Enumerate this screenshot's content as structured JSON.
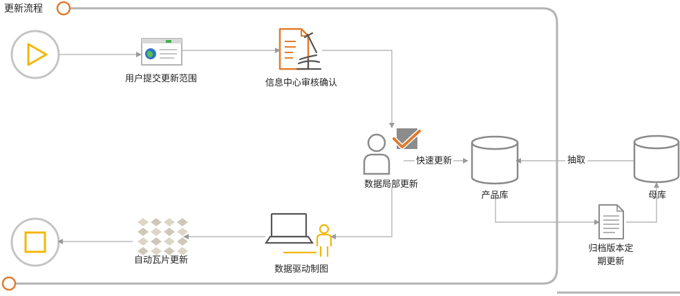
{
  "title": "更新流程",
  "steps": {
    "submit_scope": "用户提交更新范围",
    "info_center_review": "信息中心审核确认",
    "partial_update": "数据局部更新",
    "quick_update": "快速更新",
    "product_db": "产品库",
    "extract": "抽取",
    "master_db": "母库",
    "archive_line1": "归档版本定",
    "archive_line2": "期更新",
    "data_driven_mapping": "数据驱动制图",
    "auto_tile_update": "自动瓦片更新"
  },
  "colors": {
    "frame": "#b3b3b3",
    "accent_orange": "#e07a2c",
    "accent_yellow": "#f2b705",
    "connector": "#aaaaaa"
  }
}
